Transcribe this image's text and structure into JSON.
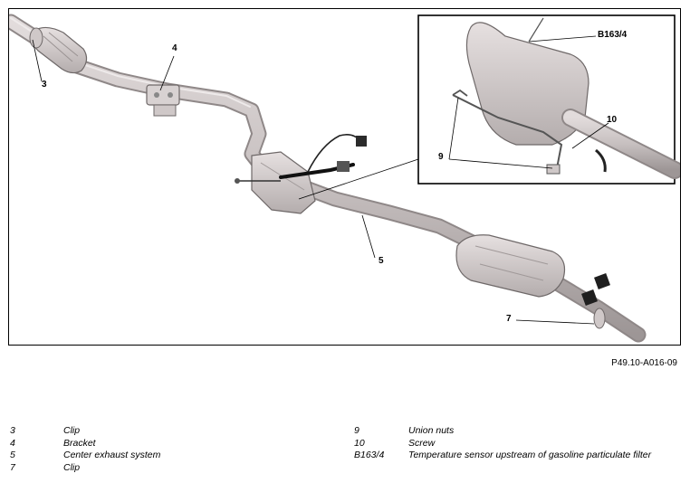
{
  "callouts": {
    "c3": "3",
    "c4": "4",
    "c5": "5",
    "c7": "7",
    "c9": "9",
    "c10": "10",
    "cB163": "B163/4"
  },
  "figure_ref": "P49.10-A016-09",
  "legend_left": [
    {
      "num": "3",
      "text": "Clip"
    },
    {
      "num": "4",
      "text": "Bracket"
    },
    {
      "num": "5",
      "text": "Center exhaust system"
    },
    {
      "num": "7",
      "text": "Clip"
    }
  ],
  "legend_right": [
    {
      "num": "9",
      "text": "Union nuts"
    },
    {
      "num": "10",
      "text": "Screw"
    },
    {
      "num": "B163/4",
      "text": "Temperature sensor upstream of gasoline particulate filter"
    }
  ]
}
